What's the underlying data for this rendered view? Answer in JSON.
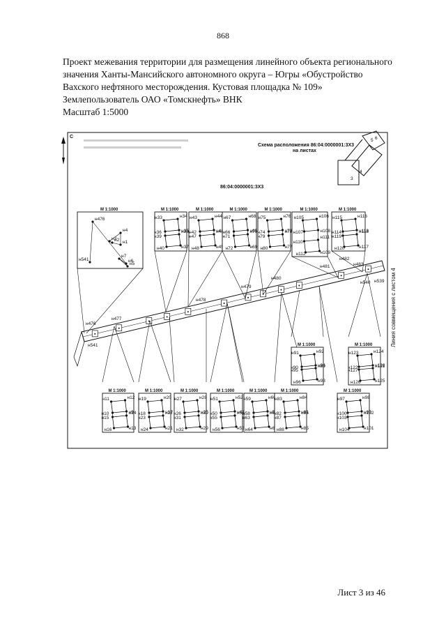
{
  "page_number": "868",
  "header": {
    "line1": "Проект межевания территории для размещения линейного объекта регионального",
    "line2": "значения Ханты-Мансийского автономного округа – Югры   «Обустройство",
    "line3": "Вахского нефтяного месторождения. Кустовая площадка № 109»",
    "land_user": "Землепользователь ОАО «Томскнефть» ВНК",
    "scale": "Масштаб 1:5000"
  },
  "plan": {
    "location_scheme_title": "Схема расположения 86:04:0000001:3Х3",
    "location_scheme_sub": "на листах",
    "cadastral_number": "86:04:0000001:3Х3",
    "side_caption": "Линия совмещения с листом 4",
    "scheme_sheets": [
      "3",
      "4",
      "5",
      "6"
    ],
    "main_points": {
      "p476": "н476",
      "p541": "н541",
      "p477": "н477",
      "p478": "н478",
      "p479": "н479",
      "p480": "н480",
      "p481": "н481",
      "p482": "н482",
      "p483": "н483",
      "p540": "н540",
      "p539": "н539"
    },
    "insets_top": [
      {
        "scale": "М 1:1000",
        "labels": [
          "н476",
          "н3",
          "н4",
          "н2",
          "н1",
          "н7",
          "н6",
          "н5",
          "н541"
        ]
      },
      {
        "scale": "М 1:1000",
        "labels": [
          "н33",
          "н34",
          "н36",
          "н35",
          "н39",
          "н38",
          "н40",
          "н37"
        ]
      },
      {
        "scale": "М 1:1000",
        "labels": [
          "н43",
          "н44",
          "н42",
          "н41",
          "н47",
          "н46",
          "н48",
          "н45"
        ]
      },
      {
        "scale": "М 1:1000",
        "labels": [
          "н67",
          "н68",
          "н66",
          "н65",
          "н71",
          "н70",
          "н72",
          "н69"
        ]
      },
      {
        "scale": "М 1:1000",
        "labels": [
          "н75",
          "н76",
          "н74",
          "н73",
          "н79",
          "н78",
          "н80",
          "н77"
        ]
      },
      {
        "scale": "М 1:1000",
        "labels": [
          "н105",
          "н106",
          "н107",
          "н108",
          "н110",
          "н111",
          "н112",
          "н109"
        ]
      },
      {
        "scale": "М 1:1000",
        "labels": [
          "н115",
          "н116",
          "н114",
          "н113",
          "н119",
          "н118",
          "н120",
          "н117"
        ]
      }
    ],
    "insets_bottom": [
      {
        "scale": "М 1:1000",
        "labels": [
          "н11",
          "н12",
          "н10",
          "н9",
          "н15",
          "н14",
          "н16",
          "н13"
        ]
      },
      {
        "scale": "М 1:1000",
        "labels": [
          "н19",
          "н20",
          "н18",
          "н17",
          "н23",
          "н22",
          "н24",
          "н21"
        ]
      },
      {
        "scale": "М 1:1000",
        "labels": [
          "н27",
          "н28",
          "н26",
          "н25",
          "н31",
          "н30",
          "н32",
          "н29"
        ]
      },
      {
        "scale": "М 1:1000",
        "labels": [
          "н51",
          "н52",
          "н50",
          "н49",
          "н55",
          "н54",
          "н56",
          "н53"
        ]
      },
      {
        "scale": "М 1:1000",
        "labels": [
          "н59",
          "н60",
          "н58",
          "н57",
          "н63",
          "н62",
          "н64",
          "н61"
        ]
      },
      {
        "scale": "М 1:1000",
        "labels": [
          "н83",
          "н84",
          "н82",
          "н81",
          "н87",
          "н86",
          "н88",
          "н85"
        ]
      },
      {
        "scale": "М 1:1000",
        "labels": [
          "н91",
          "н92",
          "н90",
          "н89",
          "н95",
          "н94",
          "н96",
          "н93"
        ]
      },
      {
        "scale": "М 1:1000",
        "labels": [
          "н123",
          "н124",
          "н122",
          "н121",
          "н127",
          "н128",
          "н126",
          "н125"
        ]
      },
      {
        "scale": "М 1:1000",
        "labels": [
          "н97",
          "н98",
          "н100",
          "н99",
          "н103",
          "н102",
          "н104",
          "н101"
        ]
      }
    ]
  },
  "footer": {
    "sheet": "Лист 3 из 46"
  }
}
